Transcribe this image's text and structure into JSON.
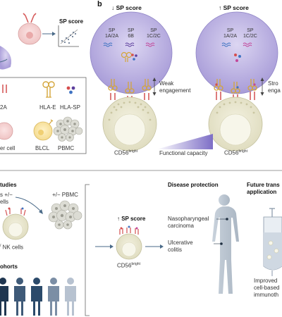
{
  "panel_b_label": "b",
  "top_left": {
    "sp_score": "SP score",
    "legend": {
      "item_2a": "2A",
      "hla_e": "HLA-E",
      "hla_sp": "HLA-SP",
      "er_cell": "er cell",
      "blcl": "BLCL",
      "pbmc": "PBMC"
    }
  },
  "panel_b": {
    "low": {
      "title": "↓ SP score",
      "sp1": "SP\n1A/2A",
      "sp2": "SP\n6B",
      "sp3": "SP\n1C/2C",
      "engagement": "Weak\nengagement",
      "cell_label": "CD56",
      "cell_sup": "bright"
    },
    "high": {
      "title": "↑ SP score",
      "sp1": "SP\n1A/2A",
      "sp2": "SP\n1C/2C",
      "engagement": "Stro\nenga",
      "cell_label": "CD56",
      "cell_sup": "bright"
    },
    "functional_capacity": "Functional capacity"
  },
  "bottom_left": {
    "studies": "tudies",
    "line1": "s +/−",
    "line2": "ells",
    "pbmc": "+/− PBMC",
    "nk": "NK cells",
    "nk_prefix": "/",
    "cohorts": "ohorts"
  },
  "bottom_mid": {
    "title": "↑ SP score",
    "cell_label": "CD56",
    "cell_sup": "bright"
  },
  "disease": {
    "title": "Disease protection",
    "item1": "Nasopharyngeal\ncarcinoma",
    "item2": "Ulcerative\ncolitis"
  },
  "future": {
    "title": "Future trans\napplication",
    "text": "Improved\ncell-based\nimmunoth"
  },
  "colors": {
    "purple": "#a89cd8",
    "cell_fill": "#eeecd8",
    "teal": "#2f3f5a",
    "gray_text": "#333333"
  }
}
